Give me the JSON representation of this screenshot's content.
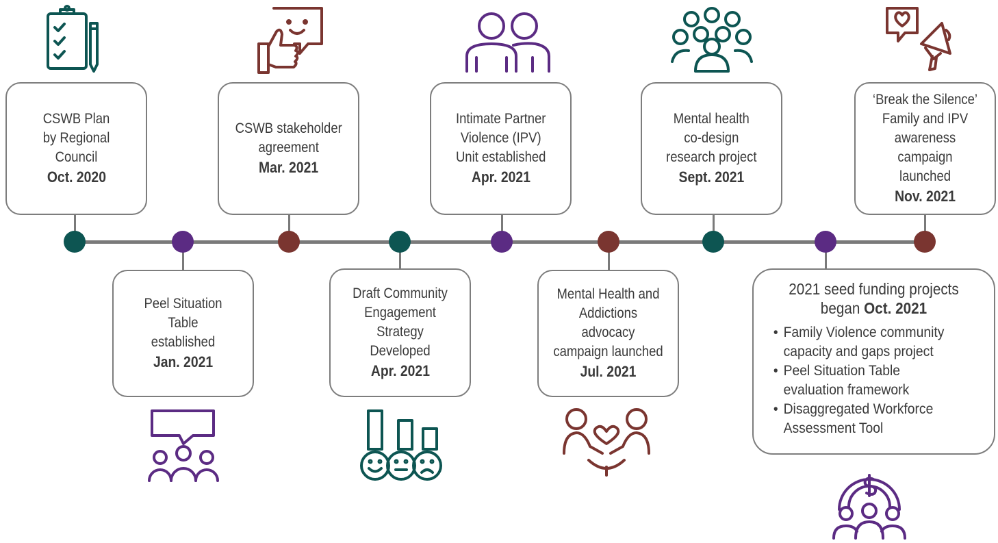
{
  "colors": {
    "teal": "#0d5552",
    "purple": "#5b2b83",
    "maroon": "#7a3530",
    "line": "#7a7a7a"
  },
  "milestones": [
    {
      "id": "m1",
      "title": "CSWB Plan\nby Regional Council",
      "date": "Oct. 2020",
      "color": "teal",
      "icon": "clipboard-checklist-icon"
    },
    {
      "id": "m2",
      "title": "Peel Situation Table\nestablished",
      "date": "Jan. 2021",
      "color": "purple",
      "icon": "group-discussion-icon"
    },
    {
      "id": "m3",
      "title": "CSWB stakeholder\nagreement",
      "date": "Mar. 2021",
      "color": "maroon",
      "icon": "thumbs-up-chat-icon"
    },
    {
      "id": "m4",
      "title": "Draft Community\nEngagement Strategy\nDeveloped",
      "date": "Apr. 2021",
      "color": "teal",
      "icon": "feedback-faces-icon"
    },
    {
      "id": "m5",
      "title": "Intimate Partner\nViolence (IPV)\nUnit established",
      "date": "Apr. 2021",
      "color": "purple",
      "icon": "two-people-icon"
    },
    {
      "id": "m6",
      "title": "Mental Health and\nAddictions advocacy\ncampaign launched",
      "date": "Jul. 2021",
      "color": "maroon",
      "icon": "caring-hands-heart-icon"
    },
    {
      "id": "m7",
      "title": "Mental health\nco-design\nresearch project",
      "date": "Sept. 2021",
      "color": "teal",
      "icon": "crowd-icon"
    },
    {
      "id": "m8",
      "title": "‘Break the Silence’\nFamily and IPV\nawareness campaign\nlaunched",
      "date": "Nov. 2021",
      "color": "maroon",
      "icon": "megaphone-heart-icon"
    }
  ],
  "seed_funding": {
    "heading_prefix": "2021 seed funding projects\nbegan ",
    "heading_date": "Oct. 2021",
    "color": "purple",
    "icon": "funding-community-icon",
    "bullet": "•",
    "items": [
      "Family Violence community\ncapacity and gaps project",
      "Peel Situation Table\nevaluation framework",
      "Disaggregated Workforce\nAssessment Tool"
    ]
  }
}
